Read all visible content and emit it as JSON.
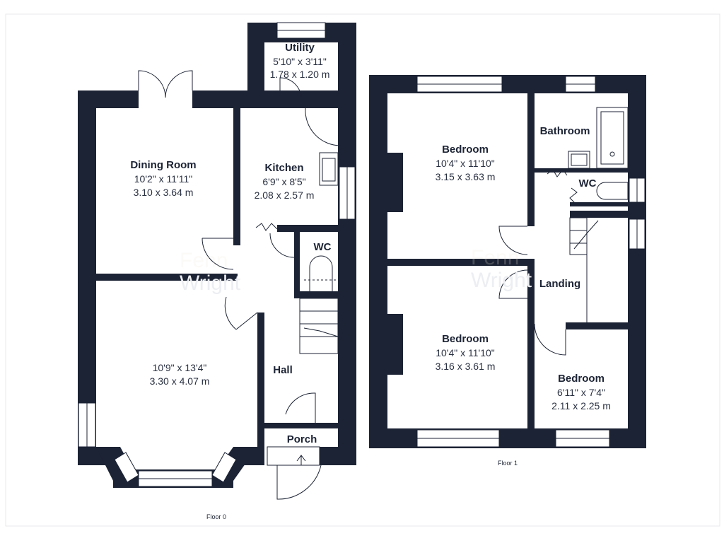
{
  "floors": [
    {
      "label": "Floor 0",
      "rooms": [
        {
          "key": "utility",
          "name": "Utility",
          "imperial": "5'10\" x 3'11\"",
          "metric": "1.78 x 1.20 m"
        },
        {
          "key": "dining",
          "name": "Dining Room",
          "imperial": "10'2\" x 11'11\"",
          "metric": "3.10 x 3.64 m"
        },
        {
          "key": "kitchen",
          "name": "Kitchen",
          "imperial": "6'9\" x 8'5\"",
          "metric": "2.08 x 2.57 m"
        },
        {
          "key": "wc",
          "name": "WC"
        },
        {
          "key": "lounge",
          "name": "",
          "imperial": "10'9\" x 13'4\"",
          "metric": "3.30 x 4.07 m"
        },
        {
          "key": "hall",
          "name": "Hall"
        },
        {
          "key": "porch",
          "name": "Porch"
        }
      ]
    },
    {
      "label": "Floor 1",
      "rooms": [
        {
          "key": "bed1",
          "name": "Bedroom",
          "imperial": "10'4\" x 11'10\"",
          "metric": "3.15 x 3.63 m"
        },
        {
          "key": "bathroom",
          "name": "Bathroom"
        },
        {
          "key": "wc",
          "name": "WC"
        },
        {
          "key": "landing",
          "name": "Landing"
        },
        {
          "key": "bed2",
          "name": "Bedroom",
          "imperial": "10'4\" x 11'10\"",
          "metric": "3.16 x 3.61 m"
        },
        {
          "key": "bed3",
          "name": "Bedroom",
          "imperial": "6'11\" x 7'4\"",
          "metric": "2.11 x 2.25 m"
        }
      ]
    }
  ],
  "watermark": {
    "line1": "Fenn",
    "line2": "Wright",
    "color": "#e8a07a"
  },
  "colors": {
    "wall": "#1c2334",
    "background": "#ffffff"
  }
}
